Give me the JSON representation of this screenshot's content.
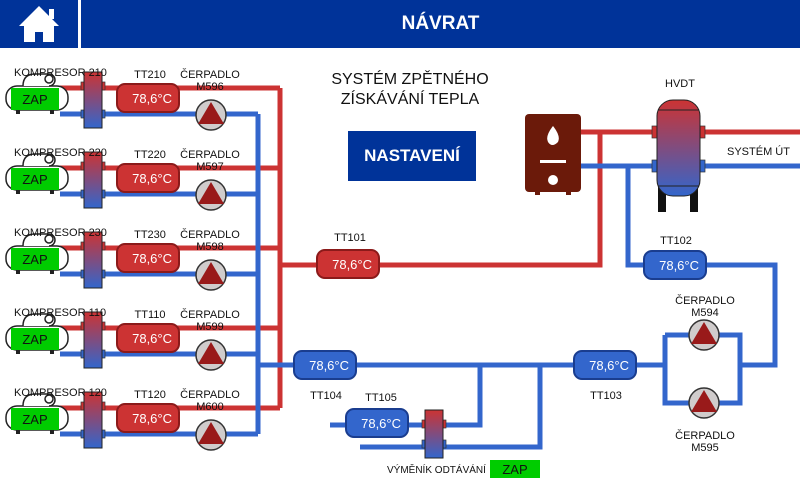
{
  "header": {
    "home_icon": "home-icon",
    "title": "NÁVRAT"
  },
  "system_title": {
    "line1": "SYSTÉM ZPĚTNÉHO",
    "line2": "ZÍSKÁVÁNÍ TEPLA"
  },
  "settings_button": "NASTAVENÍ",
  "compressors": [
    {
      "name": "KOMPRESOR 210",
      "status": "ZAP",
      "sensor": "TT210",
      "temp": "78,6°C",
      "pump_label": "ČERPADLO",
      "pump_id": "M596"
    },
    {
      "name": "KOMPRESOR 220",
      "status": "ZAP",
      "sensor": "TT220",
      "temp": "78,6°C",
      "pump_label": "ČERPADLO",
      "pump_id": "M597"
    },
    {
      "name": "KOMPRESOR 230",
      "status": "ZAP",
      "sensor": "TT230",
      "temp": "78,6°C",
      "pump_label": "ČERPADLO",
      "pump_id": "M598"
    },
    {
      "name": "KOMPRESOR 110",
      "status": "ZAP",
      "sensor": "TT110",
      "temp": "78,6°C",
      "pump_label": "ČERPADLO",
      "pump_id": "M599"
    },
    {
      "name": "KOMPRESOR 120",
      "status": "ZAP",
      "sensor": "TT120",
      "temp": "78,6°C",
      "pump_label": "ČERPADLO",
      "pump_id": "M600"
    }
  ],
  "sensors": {
    "tt101": {
      "label": "TT101",
      "temp": "78,6°C"
    },
    "tt102": {
      "label": "TT102",
      "temp": "78,6°C"
    },
    "tt103": {
      "label": "TT103",
      "temp": "78,6°C"
    },
    "tt104": {
      "label": "TT104",
      "temp": "78,6°C"
    },
    "tt105": {
      "label": "TT105",
      "temp": "78,6°C"
    }
  },
  "pumps_right": [
    {
      "label": "ČERPADLO",
      "id": "M594"
    },
    {
      "label": "ČERPADLO",
      "id": "M595"
    }
  ],
  "tank": {
    "label": "HVDT"
  },
  "system_ut": "SYSTÉM ÚT",
  "defrost": {
    "label": "VÝMĚNÍK ODTÁVÁNÍ",
    "status": "ZAP"
  },
  "colors": {
    "header": "#003399",
    "hot_pipe": "#cc3333",
    "cold_pipe": "#3366cc",
    "status_on": "#00cc00",
    "pump_triangle": "#991a1a",
    "boiler": "#6b1a0a"
  }
}
